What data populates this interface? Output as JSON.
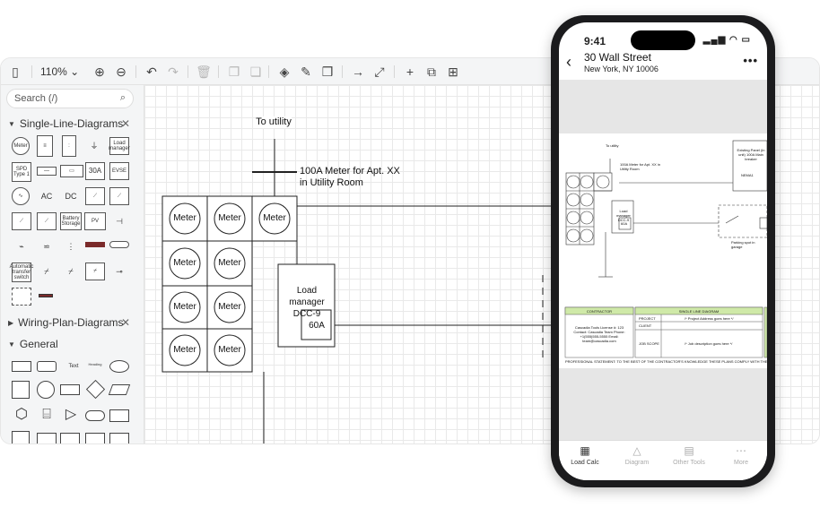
{
  "toolbar": {
    "zoom": "110%"
  },
  "sidebar": {
    "search_placeholder": "Search (/)",
    "sections": {
      "single_line": "Single-Line-Diagrams",
      "wiring": "Wiring-Plan-Diagrams",
      "general": "General"
    },
    "shapes": {
      "meter": "Meter",
      "load_manager": "Load manager",
      "spd": "SPD Type 1",
      "a30": "30A",
      "evse": "EVSE",
      "ac": "AC",
      "dc": "DC",
      "battery": "Battery Storage",
      "pv": "PV",
      "ats": "Automatic transfer switch",
      "text": "Text",
      "heading": "Heading"
    }
  },
  "canvas": {
    "to_utility": "To utility",
    "meter_note": "100A Meter for Apt. XX in Utility Room",
    "meter_label": "Meter",
    "load_manager": "Load manager DCC-9",
    "breaker": "60A"
  },
  "phone": {
    "time": "9:41",
    "address_line1": "30 Wall Street",
    "address_line2": "New York, NY 10006",
    "sheet": {
      "to_utility": "To utility",
      "meter_note": "100A Meter for Apt. XX in Utility Room",
      "existing_panel": "Existing Panel (in unit) 100A Main breaker",
      "nema": "NEMA1",
      "load_manager": "Load manager DCC-9",
      "breaker": "60A",
      "parking": "Parking spot in garage",
      "contractor_header": "CONTRACTOR",
      "contractor_body": "Cascadia Tools License #: 123 Contact: Cascadia Team Phone: +1(555)555-5555 Email: team@cascadia.com",
      "sld_header": "SINGLE LINE DIAGRAM",
      "project_label": "PROJECT",
      "project_value": "/* Project Address goes here */",
      "client_label": "CLIENT",
      "scope_label": "JOB SCOPE",
      "scope_value": "/* Job description goes here */",
      "statement": "PROFESSIONAL STATEMENT: TO THE BEST OF THE CONTRACTOR'S KNOWLEDGE THESE PLANS COMPLY WITH THE RELEVANT CODES"
    },
    "tabs": [
      "Load Calc",
      "Diagram",
      "Other Tools",
      "More"
    ]
  }
}
